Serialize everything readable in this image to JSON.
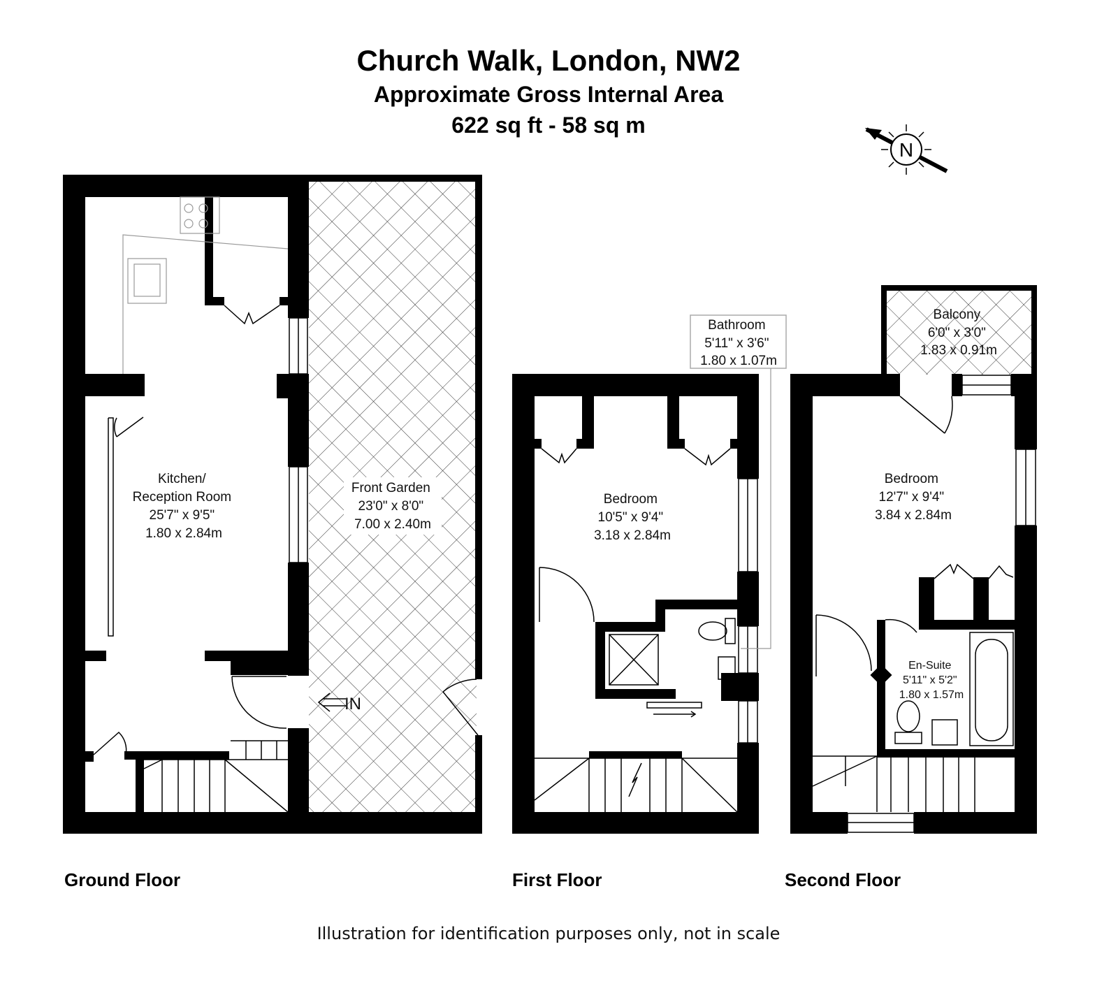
{
  "header": {
    "title": "Church Walk, London, NW2",
    "subtitle": "Approximate Gross Internal Area",
    "area": "622 sq ft - 58 sq m"
  },
  "compass": {
    "label": "N"
  },
  "rooms": {
    "kitchen": {
      "name_line1": "Kitchen/",
      "name_line2": "Reception Room",
      "imperial": "25'7\" x 9'5\"",
      "metric": "1.80 x 2.84m"
    },
    "front_garden": {
      "name": "Front Garden",
      "imperial": "23'0\" x 8'0\"",
      "metric": "7.00 x 2.40m"
    },
    "entrance": {
      "label": "IN"
    },
    "bathroom": {
      "name": "Bathroom",
      "imperial": "5'11\" x 3'6\"",
      "metric": "1.80 x 1.07m"
    },
    "first_bedroom": {
      "name": "Bedroom",
      "imperial": "10'5\" x 9'4\"",
      "metric": "3.18 x 2.84m"
    },
    "balcony": {
      "name": "Balcony",
      "imperial": "6'0\" x 3'0\"",
      "metric": "1.83 x 0.91m"
    },
    "second_bedroom": {
      "name": "Bedroom",
      "imperial": "12'7\" x 9'4\"",
      "metric": "3.84 x 2.84m"
    },
    "ensuite": {
      "name": "En-Suite",
      "imperial": "5'11\" x 5'2\"",
      "metric": "1.80 x 1.57m"
    }
  },
  "floors": {
    "ground": "Ground Floor",
    "first": "First Floor",
    "second": "Second Floor"
  },
  "footer": {
    "disclaimer": "Illustration for identification purposes only, not in scale"
  }
}
